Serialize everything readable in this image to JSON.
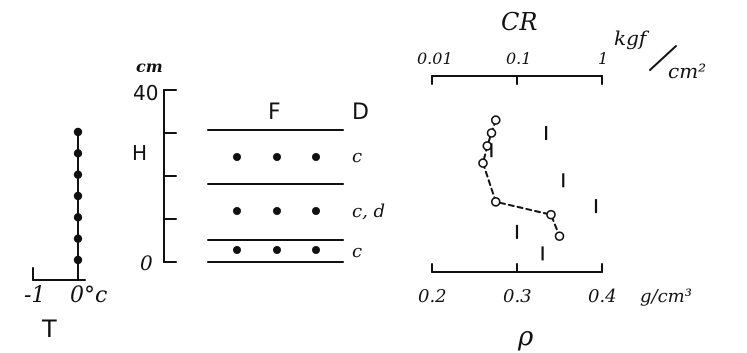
{
  "temperature_panel": {
    "axis_label": "T",
    "tick_left": "-1",
    "tick_right": "0°c",
    "profile_values": [
      0,
      0,
      0,
      0,
      0,
      0,
      0
    ]
  },
  "depth_axis": {
    "unit": "cm",
    "label": "H",
    "tick_top": "40",
    "tick_bottom": "0"
  },
  "layers_panel": {
    "header_f": "F",
    "header_d": "D",
    "layers": [
      {
        "d": "c"
      },
      {
        "d": "c, d"
      },
      {
        "d": "c"
      }
    ]
  },
  "density_panel": {
    "top_title": "CR",
    "top_unit_num": "kgf",
    "top_unit_den": "cm²",
    "top_ticks": [
      "0.01",
      "0.1",
      "1"
    ],
    "bottom_ticks": [
      "0.2",
      "0.3",
      "0.4"
    ],
    "bottom_unit": "g/cm³",
    "bottom_label": "ρ",
    "density_profile": [
      {
        "h": 33,
        "rho": 0.275
      },
      {
        "h": 30,
        "rho": 0.27
      },
      {
        "h": 27,
        "rho": 0.265
      },
      {
        "h": 23,
        "rho": 0.26
      },
      {
        "h": 14,
        "rho": 0.275
      },
      {
        "h": 11,
        "rho": 0.34
      },
      {
        "h": 6,
        "rho": 0.35
      }
    ],
    "cr_marks": [
      {
        "h": 30,
        "cr": 0.22
      },
      {
        "h": 26,
        "cr": 0.05
      },
      {
        "h": 19,
        "cr": 0.35
      },
      {
        "h": 13,
        "cr": 0.85
      },
      {
        "h": 7,
        "cr": 0.1
      },
      {
        "h": 2,
        "cr": 0.2
      }
    ]
  }
}
